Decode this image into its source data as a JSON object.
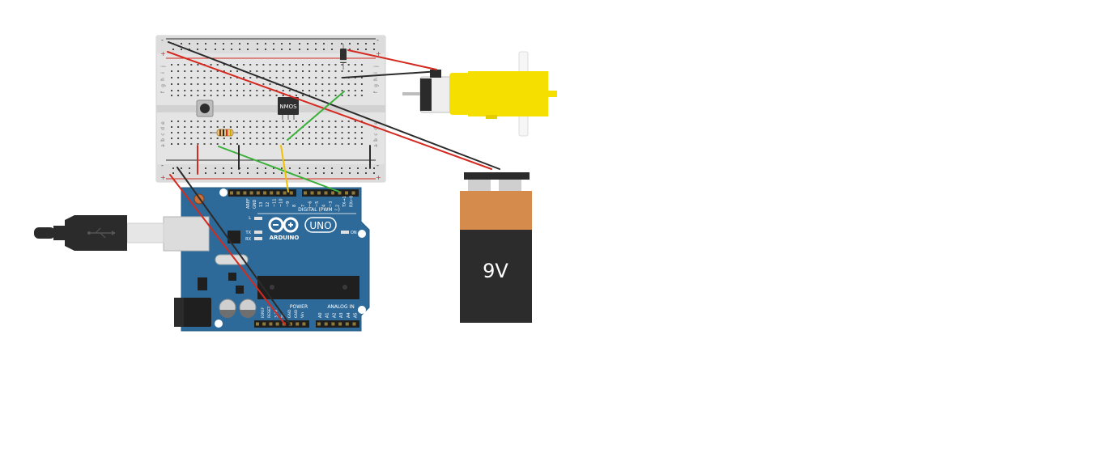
{
  "components": {
    "nmos": {
      "label": "NMOS"
    },
    "battery": {
      "label": "9V"
    },
    "arduino": {
      "brand": "ARDUINO",
      "model": "UNO",
      "digital_label": "DIGITAL (PWM ~)",
      "power_label": "POWER",
      "analog_label": "ANALOG IN",
      "on_label": "ON",
      "tx_label": "TX",
      "rx_label": "RX",
      "l_label": "L",
      "aref_label": "AREF",
      "gnd_label": "GND",
      "digital_pins": [
        "13",
        "12",
        "~11",
        "~10",
        "~9",
        "8",
        "7",
        "~6",
        "~5",
        "4",
        "~3",
        "2",
        "TX→1",
        "RX←0"
      ],
      "power_pins": [
        "IOREF",
        "RESET",
        "3.3V",
        "5V",
        "GND",
        "GND",
        "Vin"
      ],
      "analog_pins": [
        "A0",
        "A1",
        "A2",
        "A3",
        "A4",
        "A5"
      ]
    },
    "breadboard": {
      "row_letters_top": [
        "j",
        "i",
        "h",
        "g",
        "f"
      ],
      "row_letters_bottom": [
        "e",
        "d",
        "c",
        "b",
        "a"
      ],
      "plus": "+",
      "minus": "-"
    }
  },
  "colors": {
    "wire_red": "#d42a20",
    "wire_black": "#2b2b2b",
    "wire_green": "#3ab03a",
    "wire_yellow": "#f2c200",
    "arduino_blue": "#2d6a9a",
    "motor_yellow": "#f5df00",
    "battery_copper": "#d58b4b",
    "battery_black": "#2c2c2c",
    "breadboard": "#e4e4e4"
  }
}
